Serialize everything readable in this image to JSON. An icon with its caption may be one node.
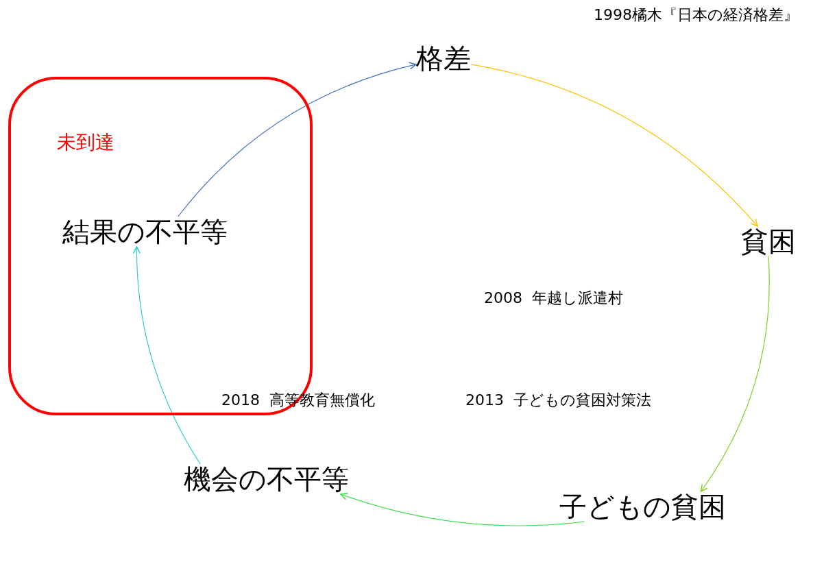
{
  "diagram": {
    "nodes": [
      {
        "text": [
          "格差"
        ]
      },
      {
        "text": [
          "貧困"
        ]
      },
      {
        "text": [
          "子どもの貧困"
        ]
      },
      {
        "text": [
          "機会の不平等"
        ]
      },
      {
        "text": [
          "未到達"
        ]
      },
      {
        "text": [
          "結果の不平等"
        ],
        "in": 4
      }
    ],
    "edges": [
      {
        "from": 5,
        "to": 0,
        "arrow": "to",
        "color": "#4472c4"
      },
      {
        "from": 0,
        "to": 1,
        "arrow": "to",
        "color": "#ffc000"
      },
      {
        "from": 1,
        "to": 2,
        "arrow": "to",
        "color": "#7ed321"
      },
      {
        "from": 2,
        "to": 3,
        "arrow": "to",
        "color": "#33dd44"
      },
      {
        "from": 3,
        "to": 5,
        "arrow": "to",
        "color": "#33cccc"
      }
    ],
    "labels": [
      "1998橘木『日本の経済格差』",
      "2008  年越し派遣村",
      "2018  高等教育無償化",
      "2013  子どもの貧困対策法"
    ]
  }
}
